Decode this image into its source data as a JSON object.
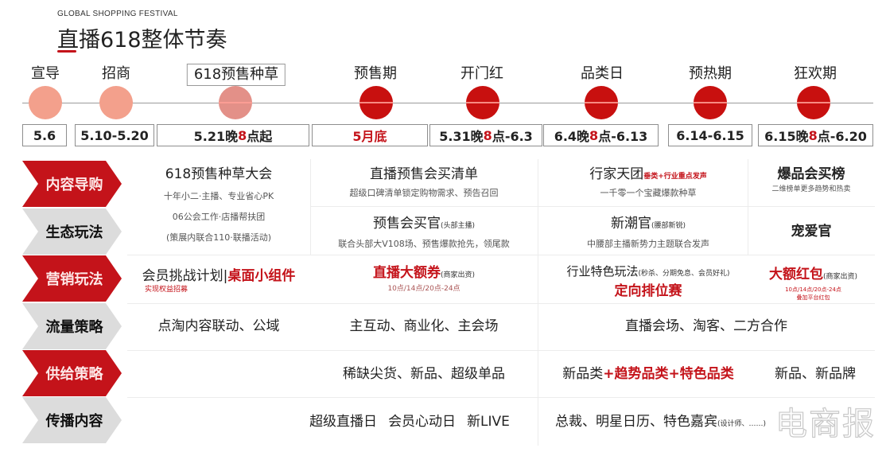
{
  "header": {
    "subtitle_en": "GLOBAL SHOPPING FESTIVAL",
    "title": "直播618整体节奏",
    "accent_color": "#c4131a"
  },
  "phases": [
    {
      "label": "宣导",
      "date": "5.6",
      "dot_color": "#f3a08c",
      "boxed": false
    },
    {
      "label": "招商",
      "date": "5.10-5.20",
      "dot_color": "#f3a08c",
      "boxed": false
    },
    {
      "label": "618预售种草",
      "date_pre": "5.21晚",
      "date_hl": "8",
      "date_post": "点起",
      "dot_color": "#e39088",
      "boxed": true
    },
    {
      "label": "预售期",
      "date": "5月底",
      "dot_color": "#c8100f",
      "boxed": false
    },
    {
      "label": "开门红",
      "date_pre": "5.31晚",
      "date_hl": "8",
      "date_post": "点-6.3",
      "dot_color": "#c8100f",
      "boxed": false
    },
    {
      "label": "品类日",
      "date_pre": "6.4晚",
      "date_hl": "8",
      "date_post": "点-6.13",
      "dot_color": "#c8100f",
      "boxed": false
    },
    {
      "label": "预热期",
      "date": "6.14-6.15",
      "dot_color": "#c8100f",
      "boxed": false
    },
    {
      "label": "狂欢期",
      "date_pre": "6.15晚",
      "date_hl": "8",
      "date_post": "点-6.20",
      "dot_color": "#c8100f",
      "boxed": false
    }
  ],
  "rows": {
    "labels": [
      "内容导购",
      "生态玩法",
      "营销玩法",
      "流量策略",
      "供给策略",
      "传播内容"
    ],
    "content": {
      "c1_title": "618预售种草大会",
      "c1_l1": "十年小二·主播、专业省心PK",
      "c1_l2": "06公会工作·店播帮扶团",
      "c1_l3": "(策展内联合110·联播活动)",
      "c2_title": "直播预售会买清单",
      "c2_sub": "超级口碑清单锁定购物需求、预告召回",
      "c3_title": "行家天团",
      "c3_title_small": "垂类+行业重点发声",
      "c3_sub": "一千零一个宝藏爆款种草",
      "c4_title": "爆品会买榜",
      "c4_sub": "二维榜单更多趋势和热卖",
      "e2_title": "预售会买官",
      "e2_title_small": "(头部主播)",
      "e2_sub": "联合头部大V108场、预售爆款抢先，领尾款",
      "e3_title": "新潮官",
      "e3_title_small": "(腰部新锐)",
      "e3_sub": "中腰部主播新势力主题联合发声",
      "e4_title": "宠爱官"
    },
    "marketing": {
      "m1_a": "会员挑战计划",
      "m1_sep": "|",
      "m1_b": "桌面小组件",
      "m1_sub": "实现权益招募",
      "m2_title": "直播大额券",
      "m2_small": "(商家出资)",
      "m2_sub": "10点/14点/20点-24点",
      "m3_title": "行业特色玩法",
      "m3_small": "(秒杀、分期免息、会员好礼)",
      "m3_red": "定向排位赛",
      "m4_title": "大额红包",
      "m4_small": "(商家出资)",
      "m4_sub1": "10点/14点/20点-24点",
      "m4_sub2": "叠加平台红包"
    },
    "traffic": {
      "t1": "点淘内容联动、公域",
      "t2": "主互动、商业化、主会场",
      "t3": "直播会场、淘客、二方合作"
    },
    "supply": {
      "s1": "稀缺尖货、新品、超级单品",
      "s2_a": "新品类",
      "s2_plus1": "+",
      "s2_b": "趋势品类",
      "s2_plus2": "+",
      "s2_c": "特色品类",
      "s3": "新品、新品牌"
    },
    "comms": {
      "p1": "超级直播日",
      "p2": "会员心动日",
      "p3": "新LIVE",
      "p4": "总裁、明星日历、特色嘉宾",
      "p4_small": "(设计师、……)"
    }
  },
  "watermark": "电商报"
}
